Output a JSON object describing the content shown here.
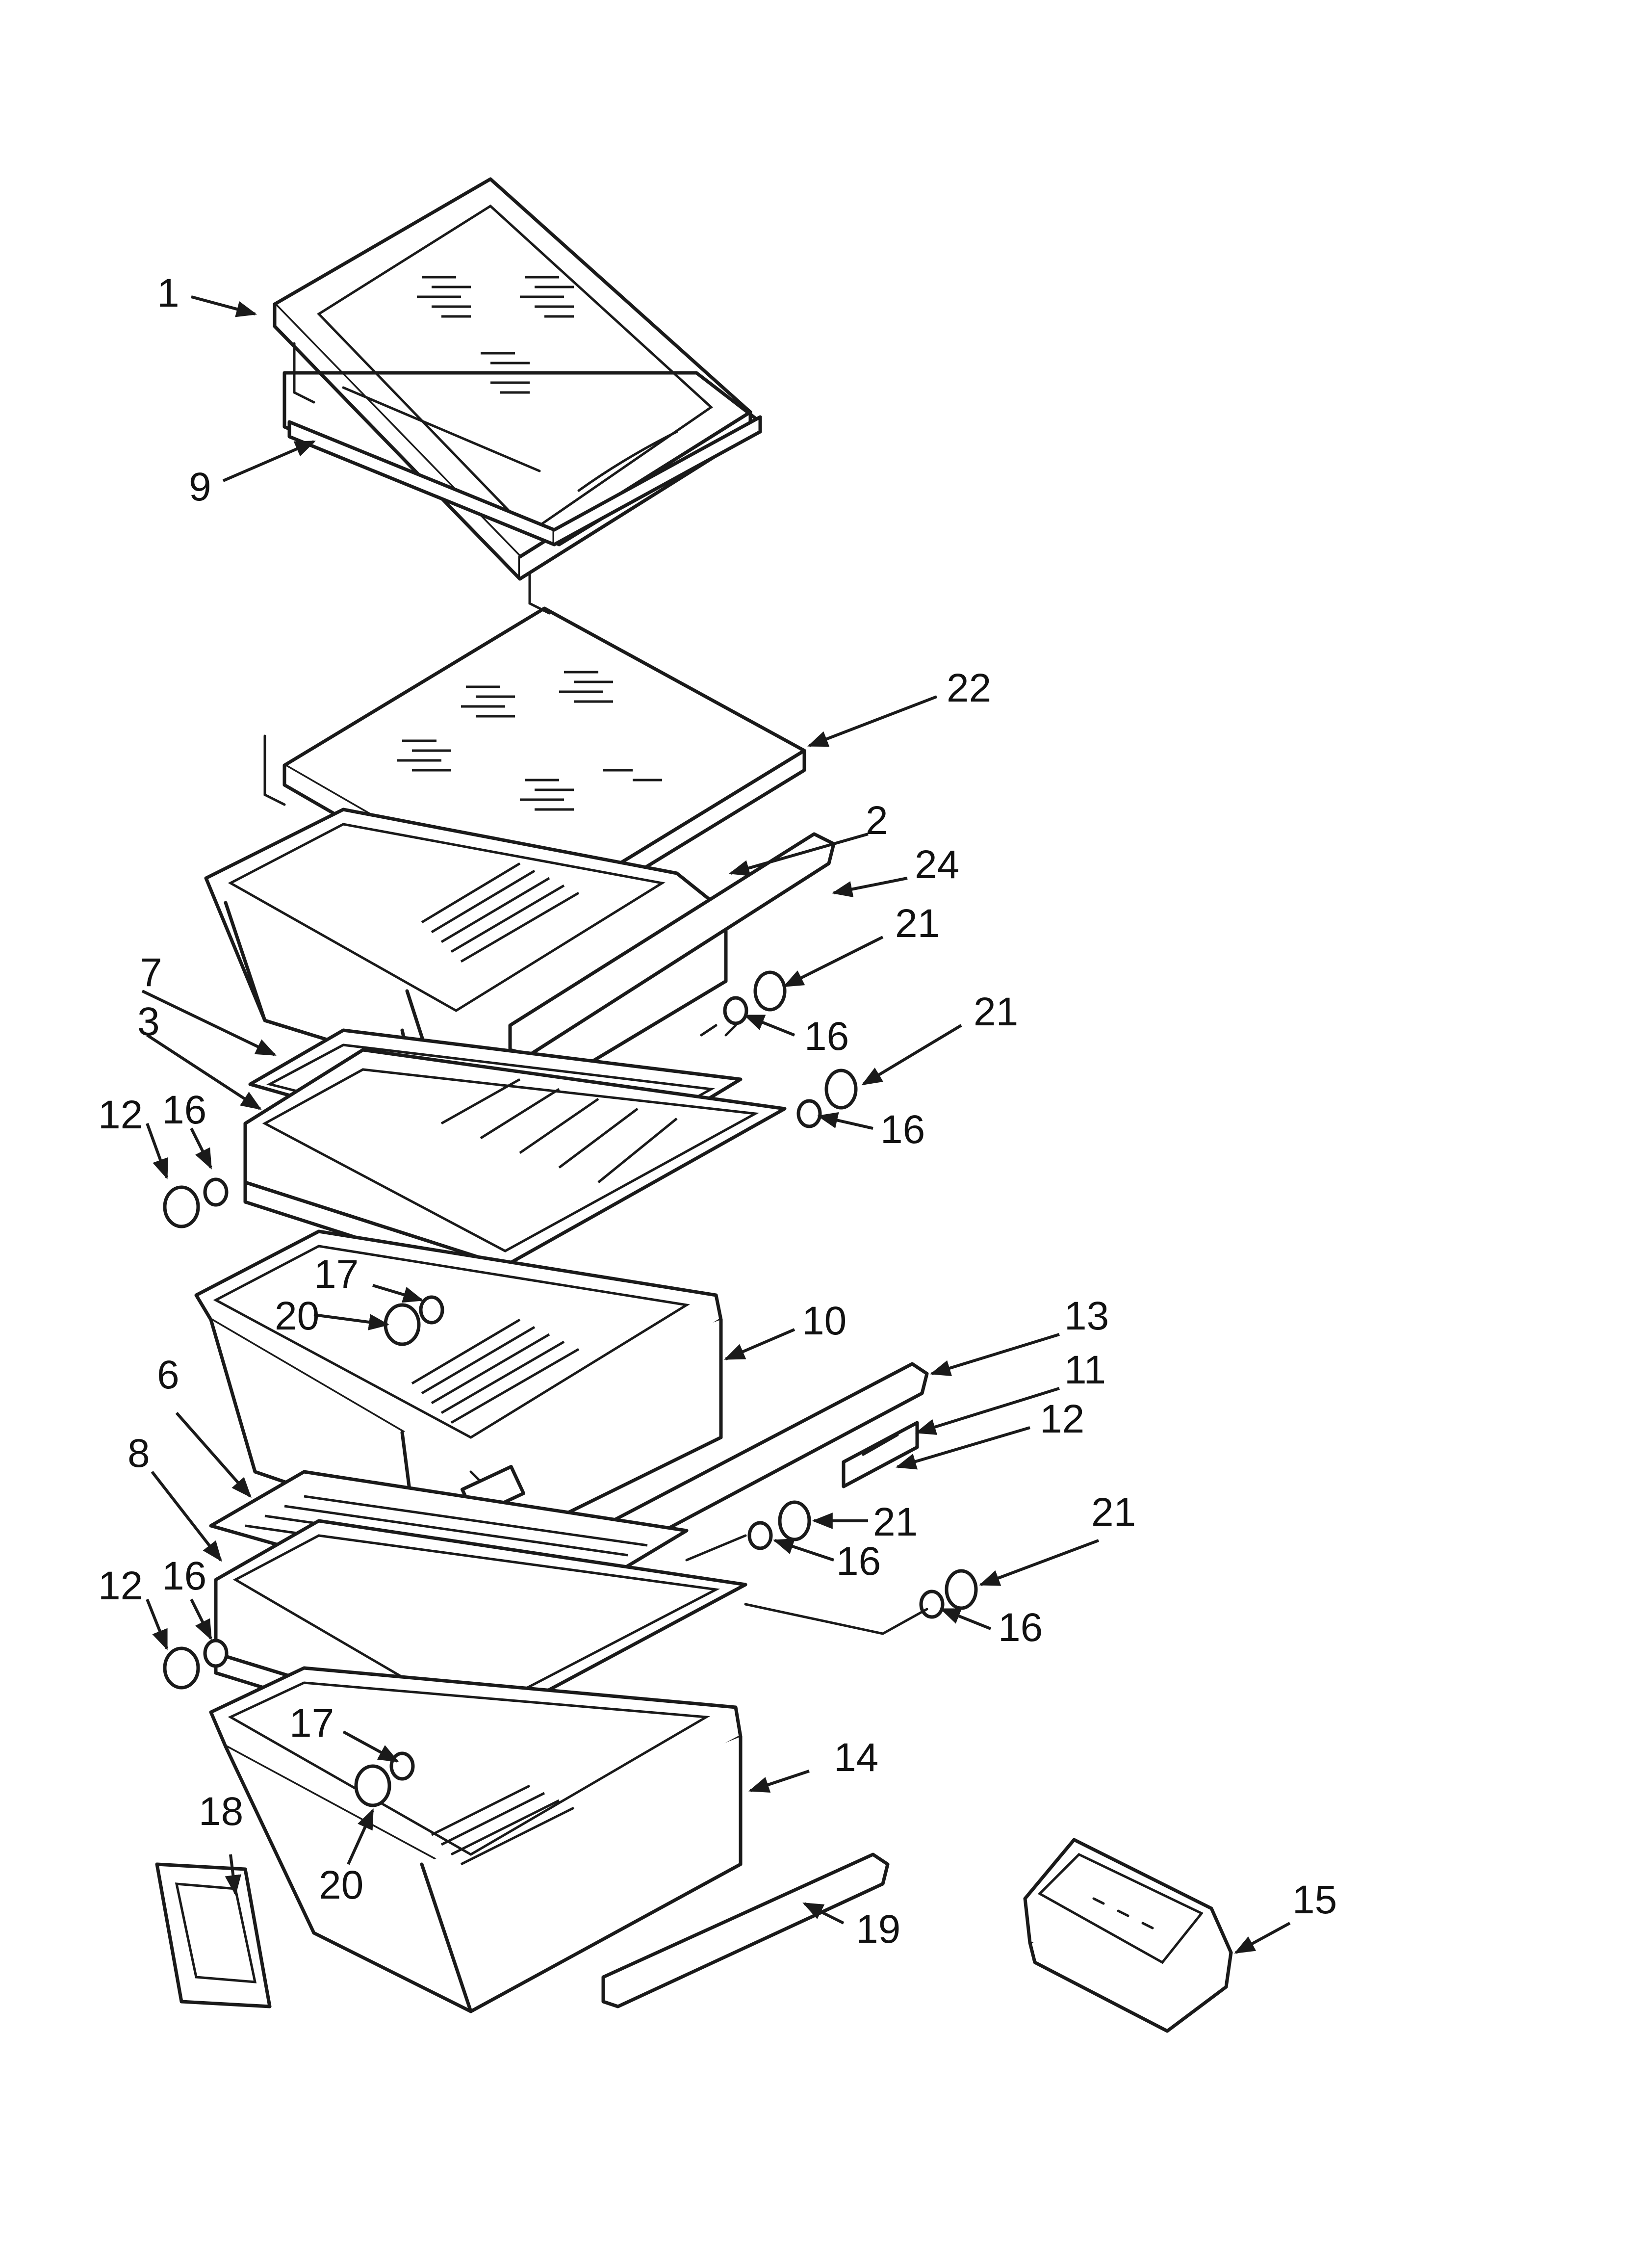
{
  "colors": {
    "background": "#ffffff",
    "ink": "#1a1a1a"
  },
  "callouts": [
    {
      "id": "c1",
      "label": "1"
    },
    {
      "id": "c9",
      "label": "9"
    },
    {
      "id": "c22",
      "label": "22"
    },
    {
      "id": "c2",
      "label": "2"
    },
    {
      "id": "c24",
      "label": "24"
    },
    {
      "id": "c21a",
      "label": "21"
    },
    {
      "id": "c16a",
      "label": "16"
    },
    {
      "id": "c21b",
      "label": "21"
    },
    {
      "id": "c16b",
      "label": "16"
    },
    {
      "id": "c7",
      "label": "7"
    },
    {
      "id": "c3",
      "label": "3"
    },
    {
      "id": "c12a",
      "label": "12"
    },
    {
      "id": "c16c",
      "label": "16"
    },
    {
      "id": "c17a",
      "label": "17"
    },
    {
      "id": "c20a",
      "label": "20"
    },
    {
      "id": "c10",
      "label": "10"
    },
    {
      "id": "c13",
      "label": "13"
    },
    {
      "id": "c11",
      "label": "11"
    },
    {
      "id": "c12b",
      "label": "12"
    },
    {
      "id": "c6",
      "label": "6"
    },
    {
      "id": "c8",
      "label": "8"
    },
    {
      "id": "c21c",
      "label": "21"
    },
    {
      "id": "c16d",
      "label": "16"
    },
    {
      "id": "c21d",
      "label": "21"
    },
    {
      "id": "c16e",
      "label": "16"
    },
    {
      "id": "c12c",
      "label": "12"
    },
    {
      "id": "c16f",
      "label": "16"
    },
    {
      "id": "c17b",
      "label": "17"
    },
    {
      "id": "c20b",
      "label": "20"
    },
    {
      "id": "c14",
      "label": "14"
    },
    {
      "id": "c18",
      "label": "18"
    },
    {
      "id": "c19",
      "label": "19"
    },
    {
      "id": "c15",
      "label": "15"
    }
  ]
}
